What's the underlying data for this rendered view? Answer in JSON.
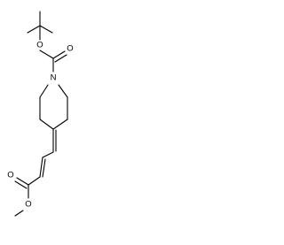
{
  "structure": {
    "atoms": [
      {
        "id": "o_boc_ether",
        "symbol": "O"
      },
      {
        "id": "o_boc_carbonyl",
        "symbol": "O"
      },
      {
        "id": "n_ring",
        "symbol": "N"
      },
      {
        "id": "o_ester_carbonyl",
        "symbol": "O"
      },
      {
        "id": "o_ester_methoxy",
        "symbol": "O"
      }
    ]
  },
  "colors": {
    "bond": "#000000",
    "label": "#000000",
    "background": "#ffffff"
  }
}
